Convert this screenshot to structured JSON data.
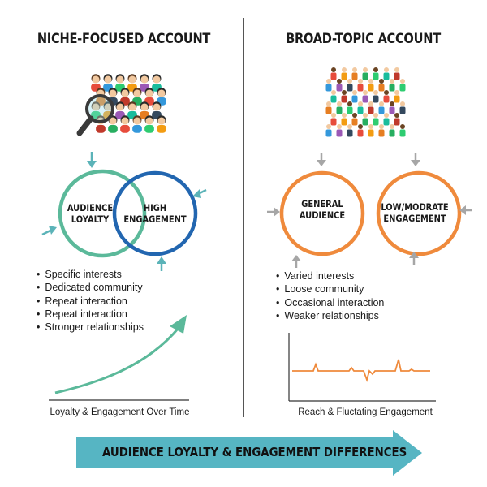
{
  "left": {
    "title": "NICHE-FOCUSED ACCOUNT",
    "circle_a": [
      "AUDIENCE",
      "LOYALTY"
    ],
    "circle_b": [
      "HIGH",
      "ENGAGEMENT"
    ],
    "bullets": [
      "Specific interests",
      "Dedicated community",
      "Repeat interaction",
      "Repeat interaction",
      "Stronger relationships"
    ],
    "chart_caption": "Loyalty & Engagement Over Time",
    "colors": {
      "green": "#5bb99a",
      "blue": "#2266b0",
      "arrow": "#5bb3b8"
    },
    "icon": "magnifier-over-crowd"
  },
  "right": {
    "title": "BROAD-TOPIC ACCOUNT",
    "circle_a": [
      "GENERAL",
      "AUDIENCE"
    ],
    "circle_b": [
      "LOW/MODRATE",
      "ENGAGEMENT"
    ],
    "bullets": [
      "Varied interests",
      "Loose community",
      "Occasional interaction",
      "Weaker relationships"
    ],
    "chart_caption": "Reach & Fluctating Engagement",
    "colors": {
      "orange": "#ef8a3c",
      "arrow": "#a6a6a6"
    },
    "icon": "large-crowd"
  },
  "banner": {
    "text": "AUDIENCE LOYALTY & ENGAGEMENT DIFFERENCES",
    "color": "#56b5c3"
  }
}
